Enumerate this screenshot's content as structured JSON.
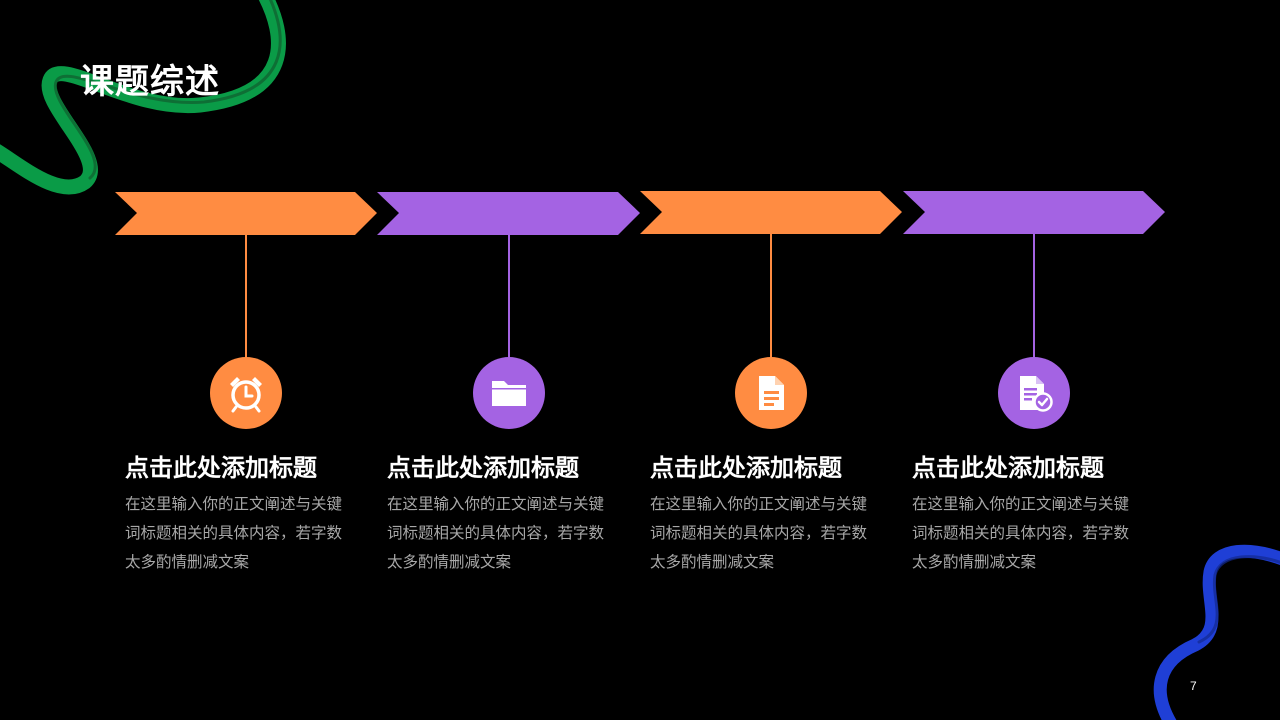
{
  "slide": {
    "title": "课题综述",
    "page_number": "7",
    "colors": {
      "background": "#000000",
      "orange": "#ff8c42",
      "purple": "#a463e3",
      "green_stroke": "#0a9b47",
      "blue_stroke": "#1f3fd6",
      "body_text": "#a8a8a8"
    },
    "steps": [
      {
        "color": "orange",
        "icon": "alarm-clock-icon",
        "heading": "点击此处添加标题",
        "body": "在这里输入你的正文阐述与关键词标题相关的具体内容，若字数太多酌情删减文案"
      },
      {
        "color": "purple",
        "icon": "folder-icon",
        "heading": "点击此处添加标题",
        "body": "在这里输入你的正文阐述与关键词标题相关的具体内容，若字数太多酌情删减文案"
      },
      {
        "color": "orange",
        "icon": "document-icon",
        "heading": "点击此处添加标题",
        "body": "在这里输入你的正文阐述与关键词标题相关的具体内容，若字数太多酌情删减文案"
      },
      {
        "color": "purple",
        "icon": "document-check-icon",
        "heading": "点击此处添加标题",
        "body": "在这里输入你的正文阐述与关键词标题相关的具体内容，若字数太多酌情删减文案"
      }
    ]
  }
}
